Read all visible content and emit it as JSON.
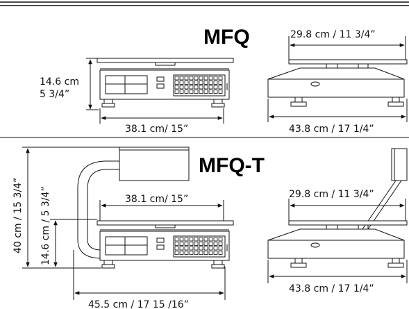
{
  "models": {
    "mfq": {
      "title": "MFQ",
      "height_cm": "14.6 cm",
      "height_in": "5 3/4”",
      "front_width": "38.1 cm/ 15”",
      "platter_width": "29.8 cm / 11 3/4”",
      "depth": "43.8 cm / 17 1/4”"
    },
    "mfq_t": {
      "title": "MFQ-T",
      "total_height": "40 cm / 15 3/4”",
      "body_height": "14.6 cm / 5 3/4”",
      "front_width": "38.1 cm/ 15”",
      "overall_width": "45.5 cm / 17 15 /16”",
      "platter_width": "29.8 cm / 11 3/4”",
      "depth": "43.8 cm / 17 1/4”"
    }
  }
}
